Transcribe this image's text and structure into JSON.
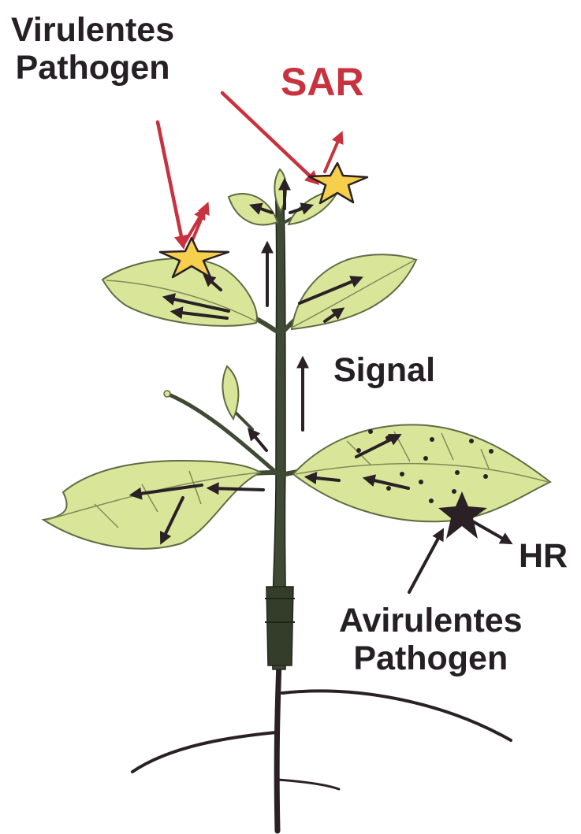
{
  "labels": {
    "virulent_line1": "Virulentes",
    "virulent_line2": "Pathogen",
    "sar": "SAR",
    "signal": "Signal",
    "hr": "HR",
    "avirulent_line1": "Avirulentes",
    "avirulent_line2": "Pathogen"
  },
  "colors": {
    "text": "#262024",
    "sar_red": "#c8323e",
    "pathogen_red": "#c8323e",
    "leaf_fill": "#d9e69a",
    "leaf_edge": "#5f6b42",
    "stem": "#3f4a34",
    "star_fill": "#f6cf4c",
    "star_dark": "#2a2025"
  }
}
